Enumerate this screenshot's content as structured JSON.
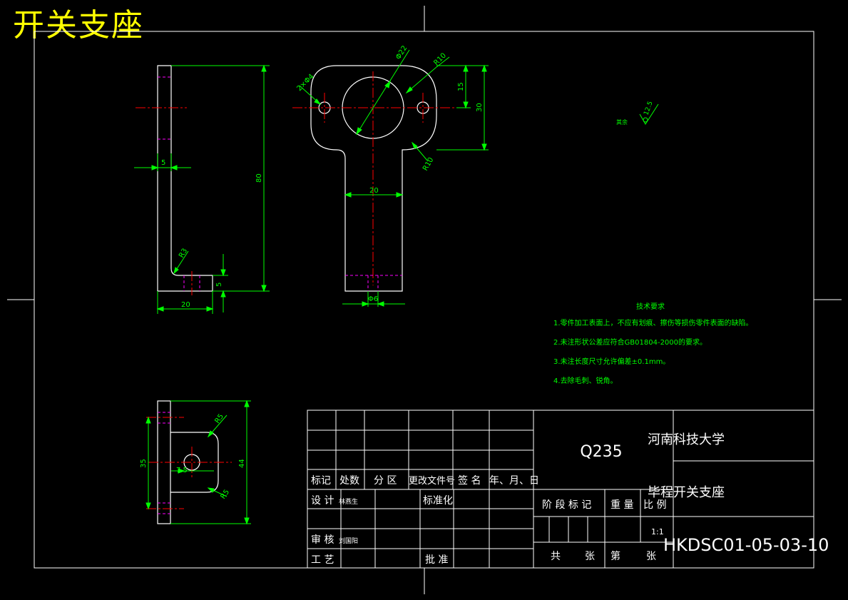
{
  "title": "开关支座",
  "colors": {
    "outline": "#ffffff",
    "dimension": "#00ff00",
    "center": "#ff0000",
    "hidden": "#ff00ff",
    "title_text": "#ffff00"
  },
  "dims": {
    "side_width_5": "5",
    "side_height_80": "80",
    "side_radius": "R3",
    "side_base_5": "5",
    "side_base_20": "20",
    "front_diam_22": "Φ22",
    "front_r10_top": "R10",
    "front_r10_bottom": "R10",
    "front_holes": "2×Φ4",
    "front_15": "15",
    "front_30": "30",
    "front_20": "20",
    "front_phi6": "Φ6",
    "bottom_35": "35",
    "bottom_44": "44",
    "bottom_r5_top": "R5",
    "bottom_r5_bottom": "R5",
    "bottom_7_5": "7.5"
  },
  "surface": {
    "value": "12.5",
    "label": "其余"
  },
  "tech": {
    "heading": "技术要求",
    "items": [
      "1.零件加工表面上，不应有划痕、擦伤等损伤零件表面的缺陷。",
      "2.未注形状公差应符合GB01804-2000的要求。",
      "3.未注长度尺寸允许偏差±0.1mm。",
      "4.去除毛刺、锐角。"
    ]
  },
  "title_block": {
    "material": "Q235",
    "university": "河南科技大学",
    "part_name": "毕程开关支座",
    "drawing_no": "HKDSC01-05-03-10",
    "scale_value": "1:1",
    "headers": [
      "标记",
      "处数",
      "分 区",
      "更改文件号",
      "签 名",
      "年、月、日"
    ],
    "design": "设 计",
    "design_name": "林燕生",
    "standard": "标准化",
    "review": "审 核",
    "review_name": "刘国阳",
    "process": "工 艺",
    "approve": "批 准",
    "stage": "阶 段 标 记",
    "weight": "重 量",
    "scale": "比 例",
    "total": "共",
    "sheet": "张",
    "nth": "第",
    "sheet2": "张"
  }
}
